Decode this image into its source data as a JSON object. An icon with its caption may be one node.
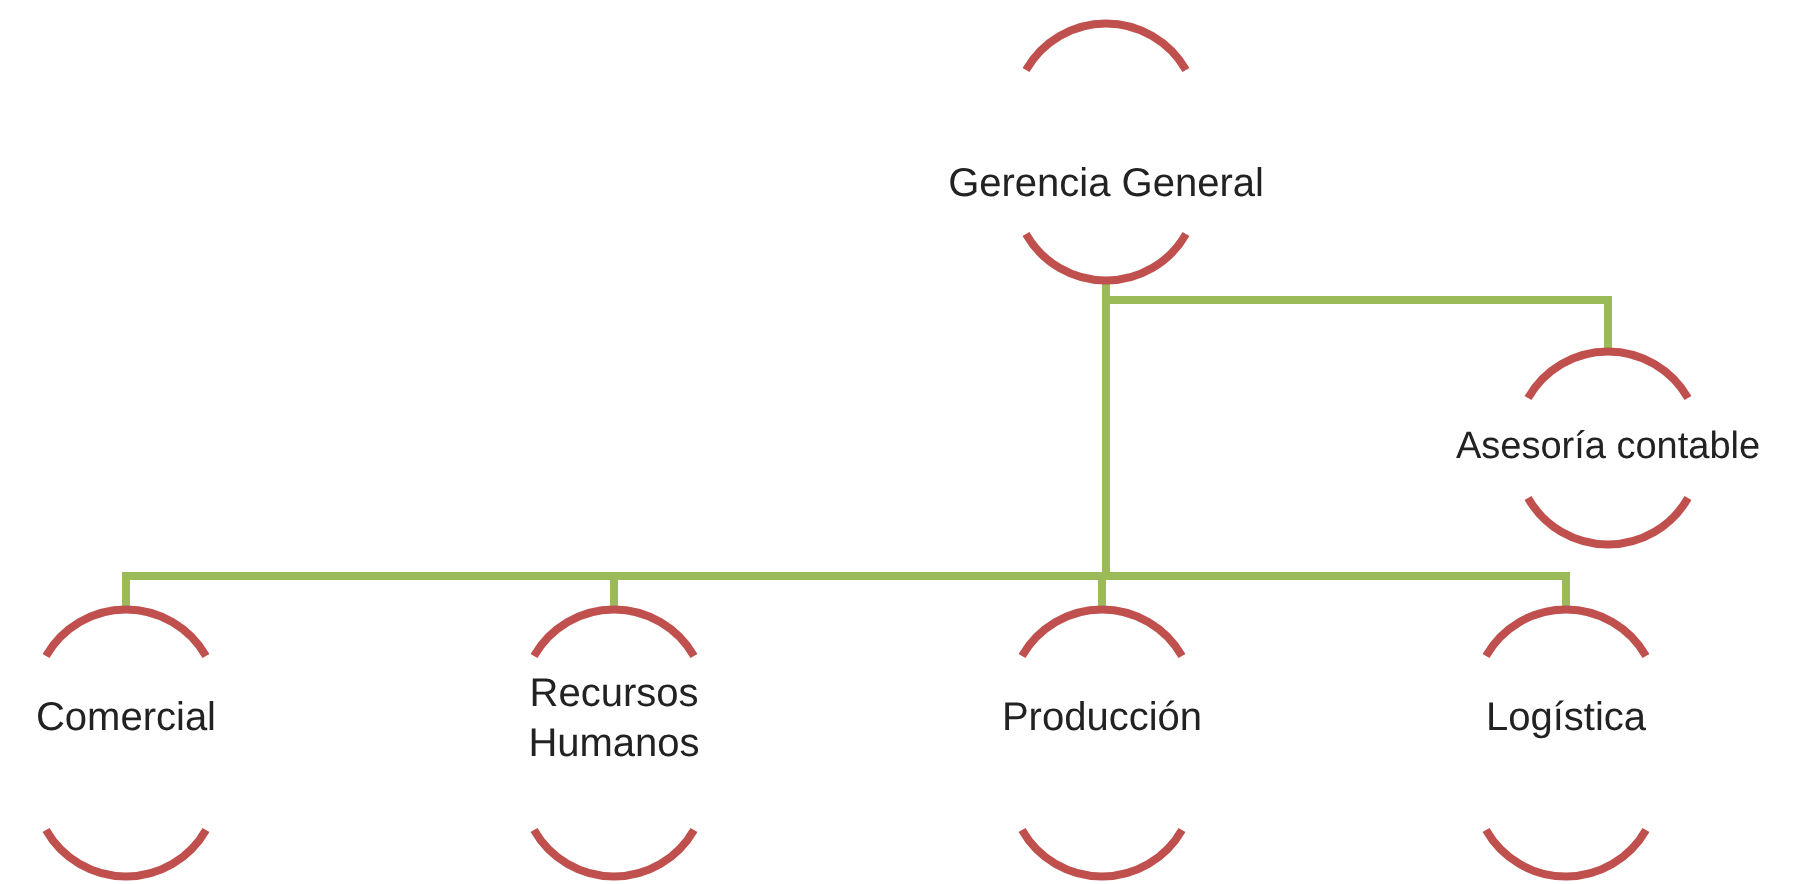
{
  "diagram": {
    "nodes": [
      {
        "text": [
          "Gerencia General"
        ]
      },
      {
        "text": [
          "Asesoría contable"
        ]
      },
      {
        "text": [
          "Comercial"
        ]
      },
      {
        "text": [
          "Recursos Humanos"
        ]
      },
      {
        "text": [
          "Producción"
        ]
      },
      {
        "text": [
          "Logística"
        ]
      }
    ],
    "edges": [
      {
        "from": 0,
        "to": 1,
        "arrow": "none"
      },
      {
        "from": 0,
        "to": 2,
        "arrow": "none"
      },
      {
        "from": 0,
        "to": 3,
        "arrow": "none"
      },
      {
        "from": 0,
        "to": 4,
        "arrow": "none"
      },
      {
        "from": 0,
        "to": 5,
        "arrow": "none"
      }
    ]
  }
}
